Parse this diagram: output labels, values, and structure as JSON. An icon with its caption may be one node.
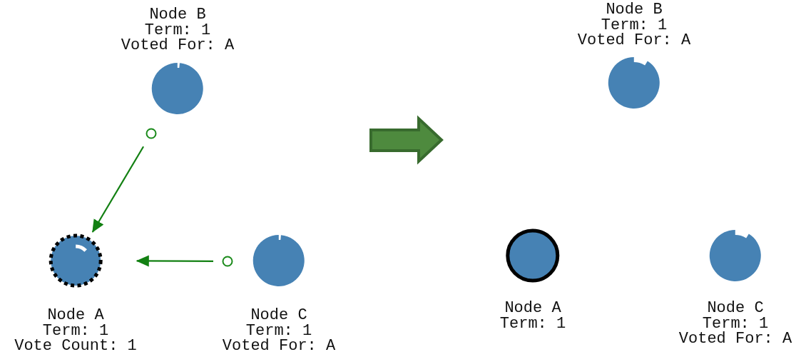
{
  "diagram": {
    "nodes": [
      {
        "text": [
          "Node B",
          "Term: 1",
          "Voted For: A"
        ]
      },
      {
        "text": [],
        "shape": "circle"
      },
      {
        "text": [
          "Node A",
          "Term: 1",
          "Vote Count: 1"
        ]
      },
      {
        "text": [],
        "shape": "circle"
      },
      {
        "text": [
          "Node C",
          "Term: 1",
          "Voted For: A"
        ]
      },
      {
        "text": [
          "Node B",
          "Term: 1",
          "Voted For: A"
        ]
      },
      {
        "text": [
          "Node A",
          "Term: 1"
        ]
      },
      {
        "text": [
          "Node C",
          "Term: 1",
          "Voted For: A"
        ]
      }
    ],
    "edges": [
      {
        "from": 1,
        "to": 2,
        "arrow": "to"
      },
      {
        "from": 3,
        "to": 2,
        "arrow": "to"
      }
    ]
  }
}
